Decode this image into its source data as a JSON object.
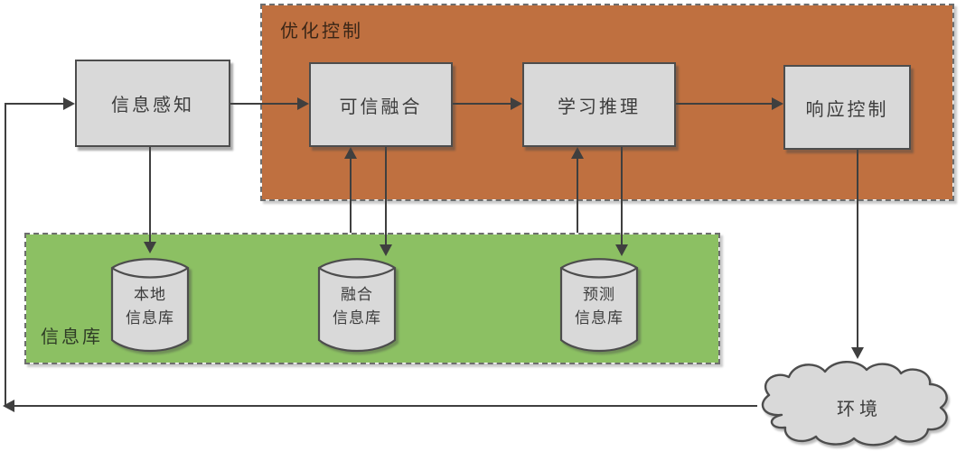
{
  "diagram": {
    "regions": {
      "optimization": {
        "label": "优化控制"
      },
      "repository": {
        "label": "信息库"
      }
    },
    "nodes": {
      "perception": {
        "label": "信息感知"
      },
      "fusion": {
        "label": "可信融合"
      },
      "learning": {
        "label": "学习推理"
      },
      "response": {
        "label": "响应控制"
      },
      "environment": {
        "label": "环境"
      }
    },
    "cylinders": [
      {
        "line1": "本地",
        "line2": "信息库"
      },
      {
        "line1": "融合",
        "line2": "信息库"
      },
      {
        "line1": "预测",
        "line2": "信息库"
      }
    ]
  },
  "colors": {
    "optimization_bg": "#bf7040",
    "repository_bg": "#8cc063",
    "node_bg": "#d9d9d9",
    "node_border": "#4d4d4d",
    "line": "#3f3f3f",
    "optimization_label": "#3a2617",
    "repository_label": "#2e3b26"
  }
}
